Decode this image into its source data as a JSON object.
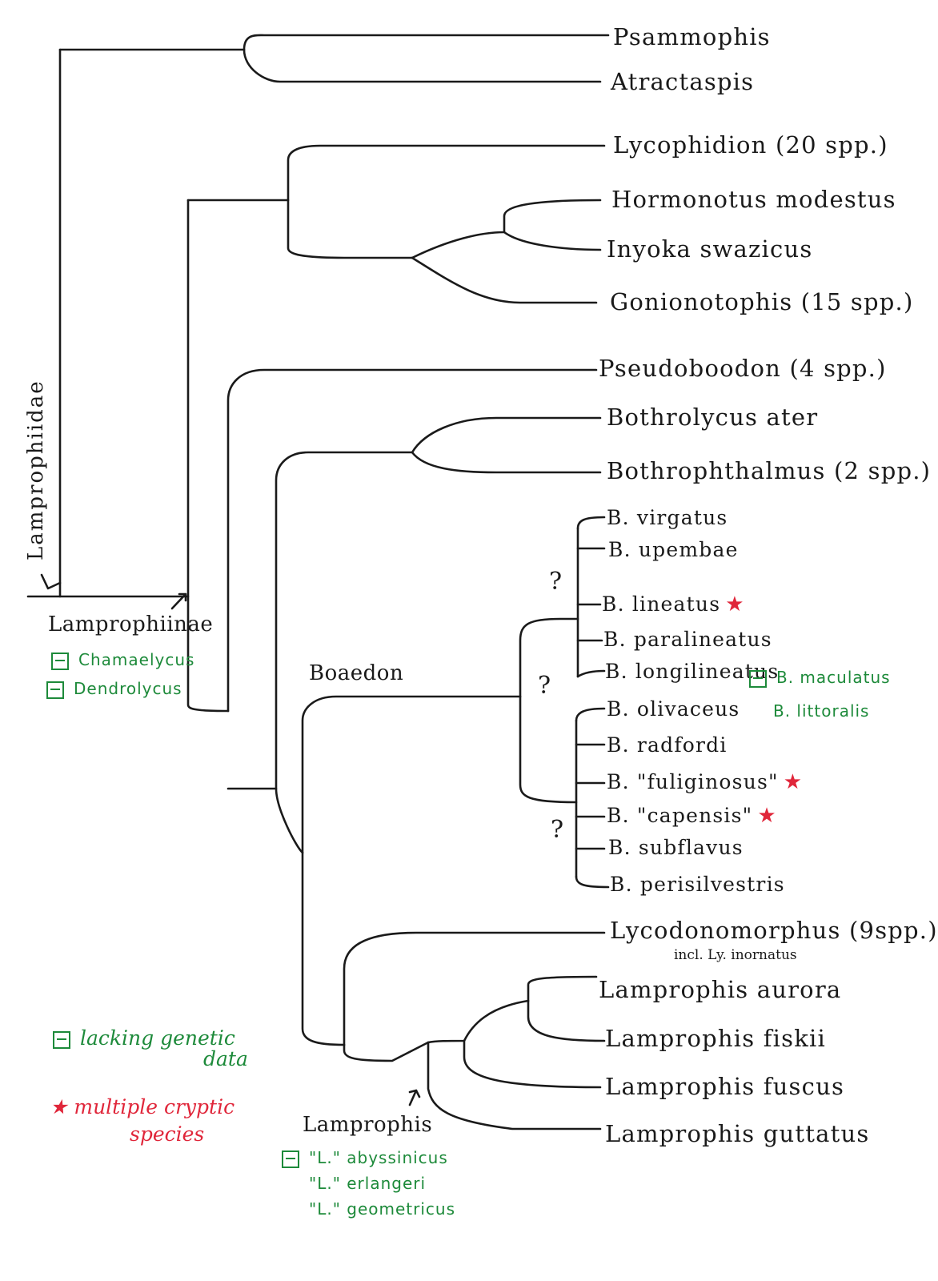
{
  "taxa": {
    "psammophis": "Psammophis",
    "atractaspis": "Atractaspis",
    "lycophidion": "Lycophidion (20 spp.)",
    "hormonotus": "Hormonotus modestus",
    "inyoka": "Inyoka swazicus",
    "gonionotophis": "Gonionotophis (15 spp.)",
    "pseudoboodon": "Pseudoboodon (4 spp.)",
    "bothrolycus": "Bothrolycus ater",
    "bothrophthalmus": "Bothrophthalmus (2 spp.)",
    "b_virgatus": "B. virgatus",
    "b_upembae": "B. upembae",
    "b_lineatus": "B. lineatus",
    "b_paralineatus": "B. paralineatus",
    "b_longilineatus": "B. longilineatus",
    "b_olivaceus": "B. olivaceus",
    "b_radfordi": "B. radfordi",
    "b_fuliginosus": "B. \"fuliginosus\"",
    "b_capensis": "B. \"capensis\"",
    "b_subflavus": "B. subflavus",
    "b_perisilvestris": "B. perisilvestris",
    "lycodonomorphus": "Lycodonomorphus (9spp.)",
    "lycodonomorphus_note": "incl. Ly. inornatus",
    "l_aurora": "Lamprophis aurora",
    "l_fiskii": "Lamprophis fiskii",
    "l_fuscus": "Lamprophis fuscus",
    "l_guttatus": "Lamprophis guttatus"
  },
  "clades": {
    "lamprophiidae": "Lamprophiidae",
    "lamprophiinae": "Lamprophiinae",
    "boaedon": "Boaedon",
    "lamprophis": "Lamprophis"
  },
  "lacking_genetic": {
    "chamaelycus": "Chamaelycus",
    "dendrolycus": "Dendrolycus",
    "b_maculatus": "B. maculatus",
    "b_littoralis": "B. littoralis",
    "l_abyssinicus": "\"L.\" abyssinicus",
    "l_erlangeri": "\"L.\" erlangeri",
    "l_geometricus": "\"L.\" geometricus"
  },
  "uncertain_mark": "?",
  "legend": {
    "lacking_line1": "lacking genetic",
    "lacking_line2": "data",
    "cryptic_line1": "multiple cryptic",
    "cryptic_line2": "species"
  },
  "colors": {
    "ink": "#1a1a1a",
    "green": "#1d8a3a",
    "red": "#e0263a"
  }
}
